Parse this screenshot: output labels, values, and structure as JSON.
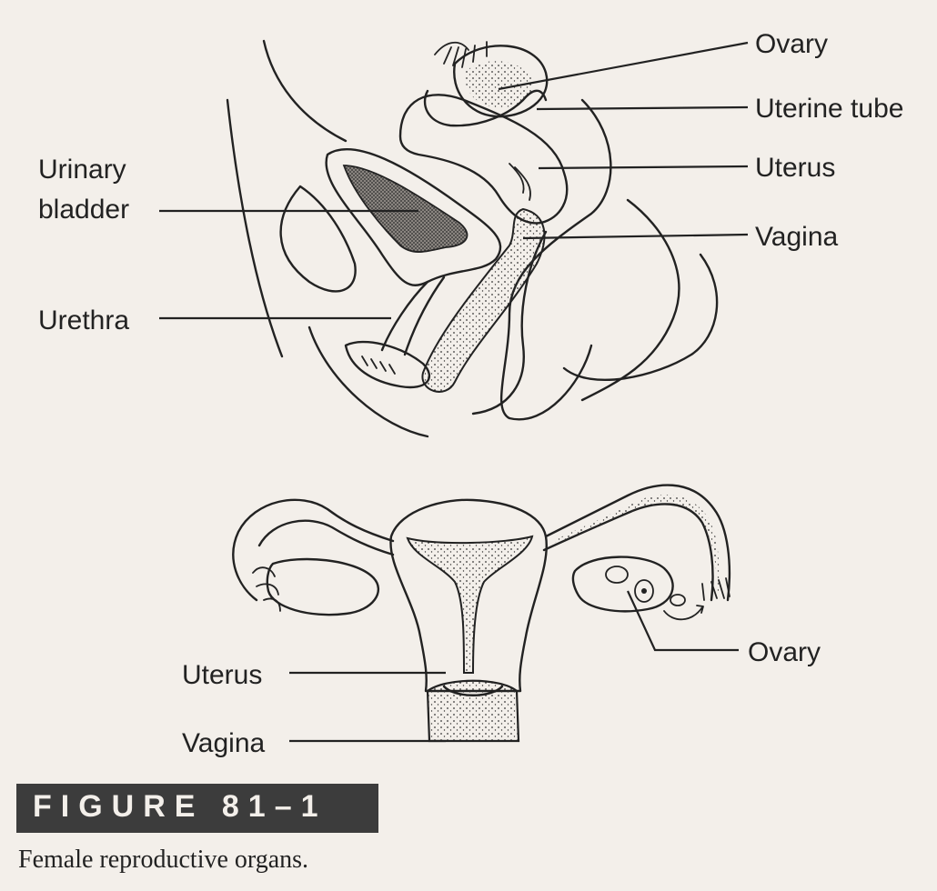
{
  "sagittal_labels": {
    "ovary": "Ovary",
    "uterine_tube": "Uterine tube",
    "uterus": "Uterus",
    "vagina": "Vagina",
    "urinary_bladder_line1": "Urinary",
    "urinary_bladder_line2": "bladder",
    "urethra": "Urethra"
  },
  "frontal_labels": {
    "ovary": "Ovary",
    "uterus": "Uterus",
    "vagina": "Vagina"
  },
  "figure": {
    "title": "FIGURE 81–1",
    "caption": "Female reproductive organs."
  }
}
